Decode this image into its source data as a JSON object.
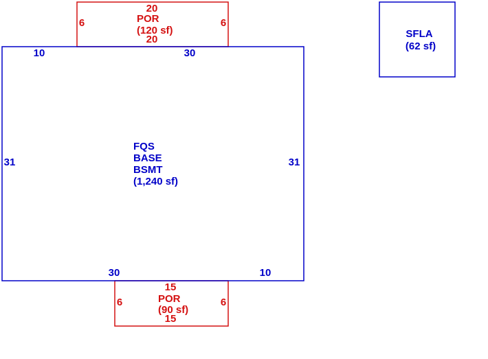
{
  "colors": {
    "base": "#0000c8",
    "porch": "#d41010",
    "background": "#ffffff"
  },
  "main_area": {
    "lines": [
      "FQS",
      "BASE",
      "BSMT",
      "(1,240 sf)"
    ],
    "dims": {
      "top_left": "10",
      "top_right": "30",
      "left": "31",
      "right": "31",
      "bottom_left": "30",
      "bottom_right": "10"
    }
  },
  "top_porch": {
    "lines": [
      "POR",
      "(120 sf)"
    ],
    "dims": {
      "top": "20",
      "bottom": "20",
      "left": "6",
      "right": "6"
    }
  },
  "bottom_porch": {
    "lines": [
      "POR",
      "(90 sf)"
    ],
    "dims": {
      "top": "15",
      "bottom": "15",
      "left": "6",
      "right": "6"
    }
  },
  "side_area": {
    "lines": [
      "SFLA",
      "(62 sf)"
    ]
  }
}
